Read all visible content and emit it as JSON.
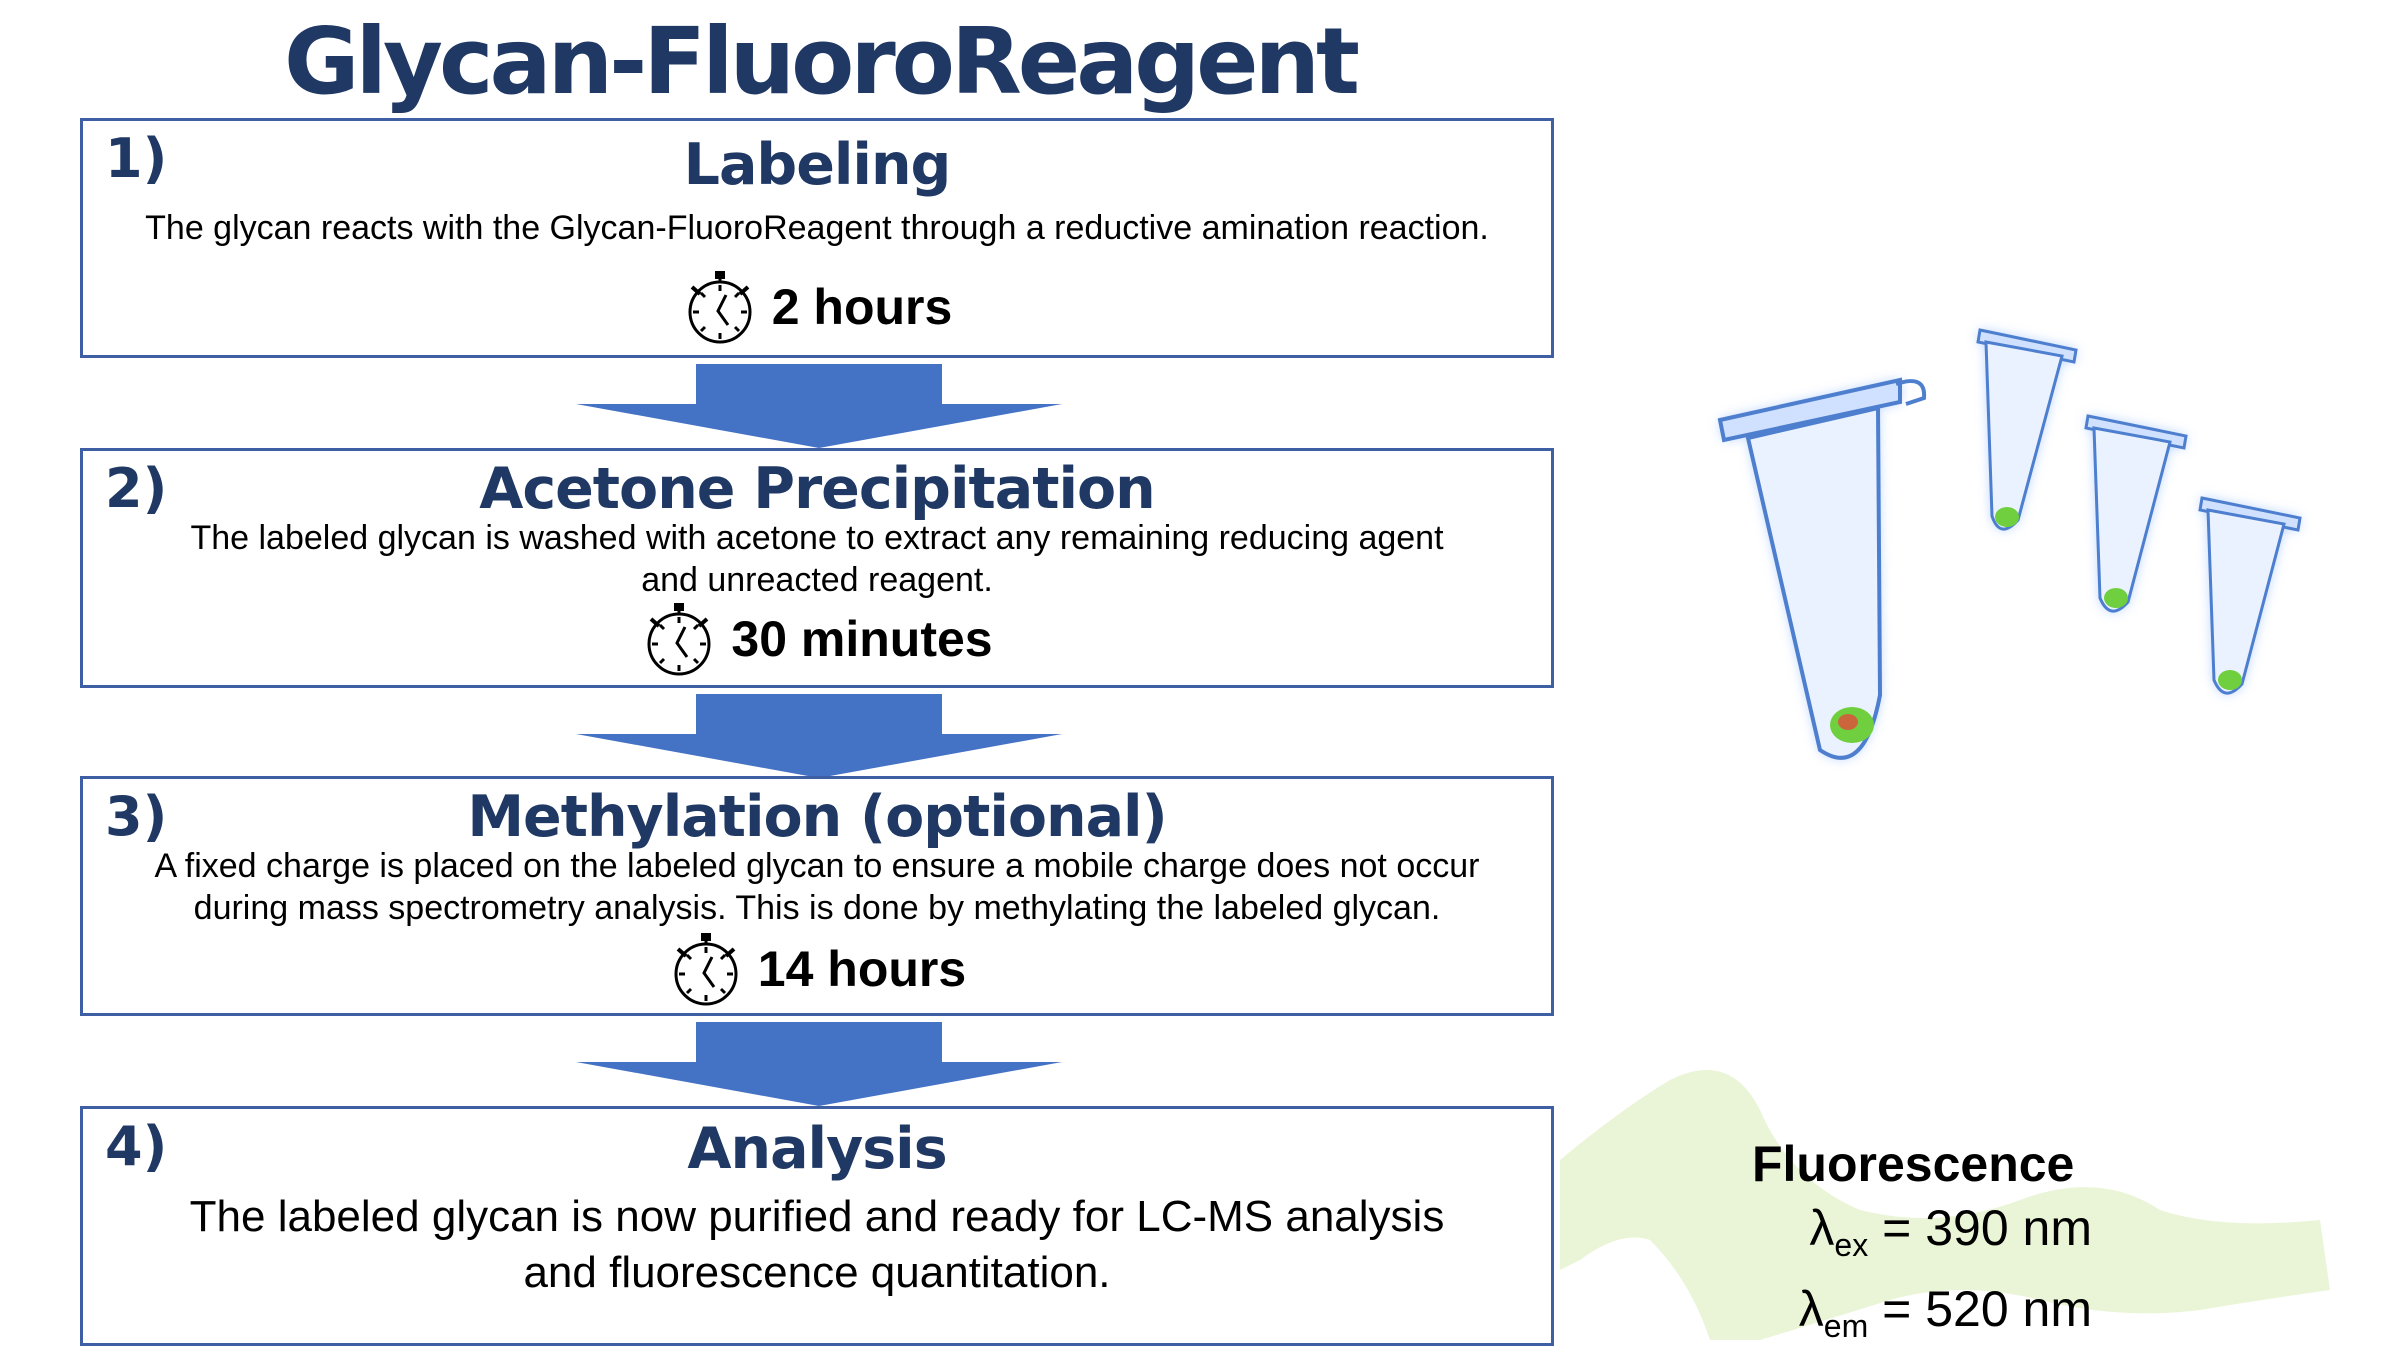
{
  "title": "Glycan-FluoroReagent",
  "steps": [
    {
      "number": "1)",
      "title": "Labeling",
      "description": "The glycan reacts with the Glycan-FluoroReagent through a reductive amination reaction.",
      "duration": "2 hours"
    },
    {
      "number": "2)",
      "title": "Acetone Precipitation",
      "description_lines": [
        "The labeled glycan is washed with acetone to extract any remaining reducing agent",
        "and unreacted reagent."
      ],
      "duration": "30 minutes"
    },
    {
      "number": "3)",
      "title": "Methylation (optional)",
      "description_lines": [
        "A fixed charge is placed on the labeled glycan to ensure a mobile charge does not occur",
        "during mass spectrometry analysis. This is done by methylating the labeled glycan."
      ],
      "duration": "14 hours"
    },
    {
      "number": "4)",
      "title": "Analysis",
      "description_lines": [
        "The labeled glycan is now purified and ready for LC-MS analysis",
        "and fluorescence quantitation."
      ]
    }
  ],
  "fluorescence": {
    "title": "Fluorescence",
    "excitation": {
      "symbol": "λ",
      "subscript": "ex",
      "value": "= 390 nm"
    },
    "emission": {
      "symbol": "λ",
      "subscript": "em",
      "value": "= 520 nm"
    }
  },
  "icons": {
    "timer": "stopwatch-icon",
    "flow": "arrow-down-icon",
    "sample": "microcentrifuge-tube-icon"
  },
  "colors": {
    "title": "#1f3864",
    "box_border": "#3f5fa4",
    "arrow": "#4472c4",
    "tube_glow": "#9dc3ff",
    "pellet": "#6fcf3f",
    "highlight": "#eaf5d7"
  }
}
